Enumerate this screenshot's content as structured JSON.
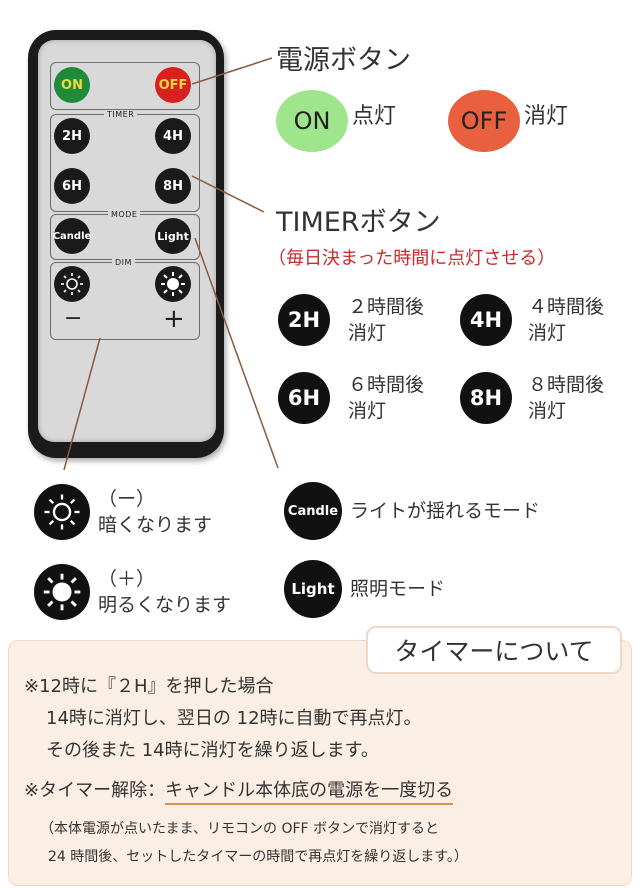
{
  "remote": {
    "on_label": "ON",
    "off_label": "OFF",
    "timer_label": "TIMER",
    "btn_2h": "2H",
    "btn_4h": "4H",
    "btn_6h": "6H",
    "btn_8h": "8H",
    "mode_label": "MODE",
    "btn_candle": "Candle",
    "btn_light": "Light",
    "dim_label": "DIM",
    "minus": "−",
    "plus": "+"
  },
  "power": {
    "heading": "電源ボタン",
    "on_pill": "ON",
    "on_text": "点灯",
    "off_pill": "OFF",
    "off_text": "消灯",
    "on_color": "#9ee58c",
    "off_color": "#e8603e"
  },
  "timer": {
    "heading": "TIMERボタン",
    "note": "（毎日決まった時間に点灯させる）",
    "items": [
      {
        "badge": "2H",
        "line1": "２時間後",
        "line2": "消灯"
      },
      {
        "badge": "4H",
        "line1": "４時間後",
        "line2": "消灯"
      },
      {
        "badge": "6H",
        "line1": "６時間後",
        "line2": "消灯"
      },
      {
        "badge": "8H",
        "line1": "８時間後",
        "line2": "消灯"
      }
    ]
  },
  "dim": {
    "minus_line1": "（ー）",
    "minus_line2": "暗くなります",
    "plus_line1": "（＋）",
    "plus_line2": "明るくなります"
  },
  "mode": {
    "candle_badge": "Candle",
    "candle_text": "ライトが揺れるモード",
    "light_badge": "Light",
    "light_text": "照明モード"
  },
  "info": {
    "tab": "タイマーについて",
    "line1": "※12時に『２H』を押した場合",
    "line2": "14時に消灯し、翌日の 12時に自動で再点灯。",
    "line3": "その後また 14時に消灯を繰り返します。",
    "line4_prefix": "※タイマー解除：",
    "line4_emph": "キャンドル本体底の電源を一度切る",
    "line5": "（本体電源が点いたまま、リモコンの OFF ボタンで消灯すると",
    "line6": "24 時間後、セットしたタイマーの時間で再点灯を繰り返します。）"
  }
}
